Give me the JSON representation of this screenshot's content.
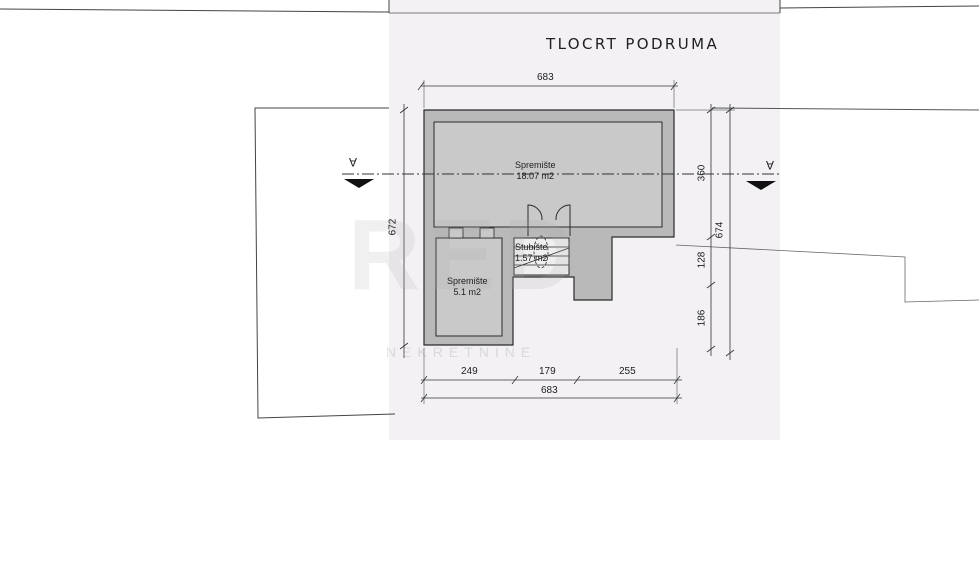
{
  "title": "TLOCRT PODRUMA",
  "rooms": [
    {
      "name": "Spremište",
      "area": "18.07 m2"
    },
    {
      "name": "Spremište",
      "area": "5.1 m2"
    },
    {
      "name": "Stubište",
      "area": "1.57 m2"
    }
  ],
  "dimensions": {
    "top_width": "683",
    "bottom_total": "683",
    "bottom_segments": [
      "249",
      "179",
      "255"
    ],
    "left_height": "672",
    "right_total": "674",
    "right_segments": [
      "360",
      "128",
      "186"
    ]
  },
  "section_marker": "A",
  "watermark": {
    "logo": "RED",
    "subtitle": "NEKRETNINE"
  },
  "colors": {
    "wall_fill": "#b9b9b9",
    "room_fill": "#c9c9c9",
    "paper": "#f3f1f4",
    "line": "#2a2a2a"
  }
}
